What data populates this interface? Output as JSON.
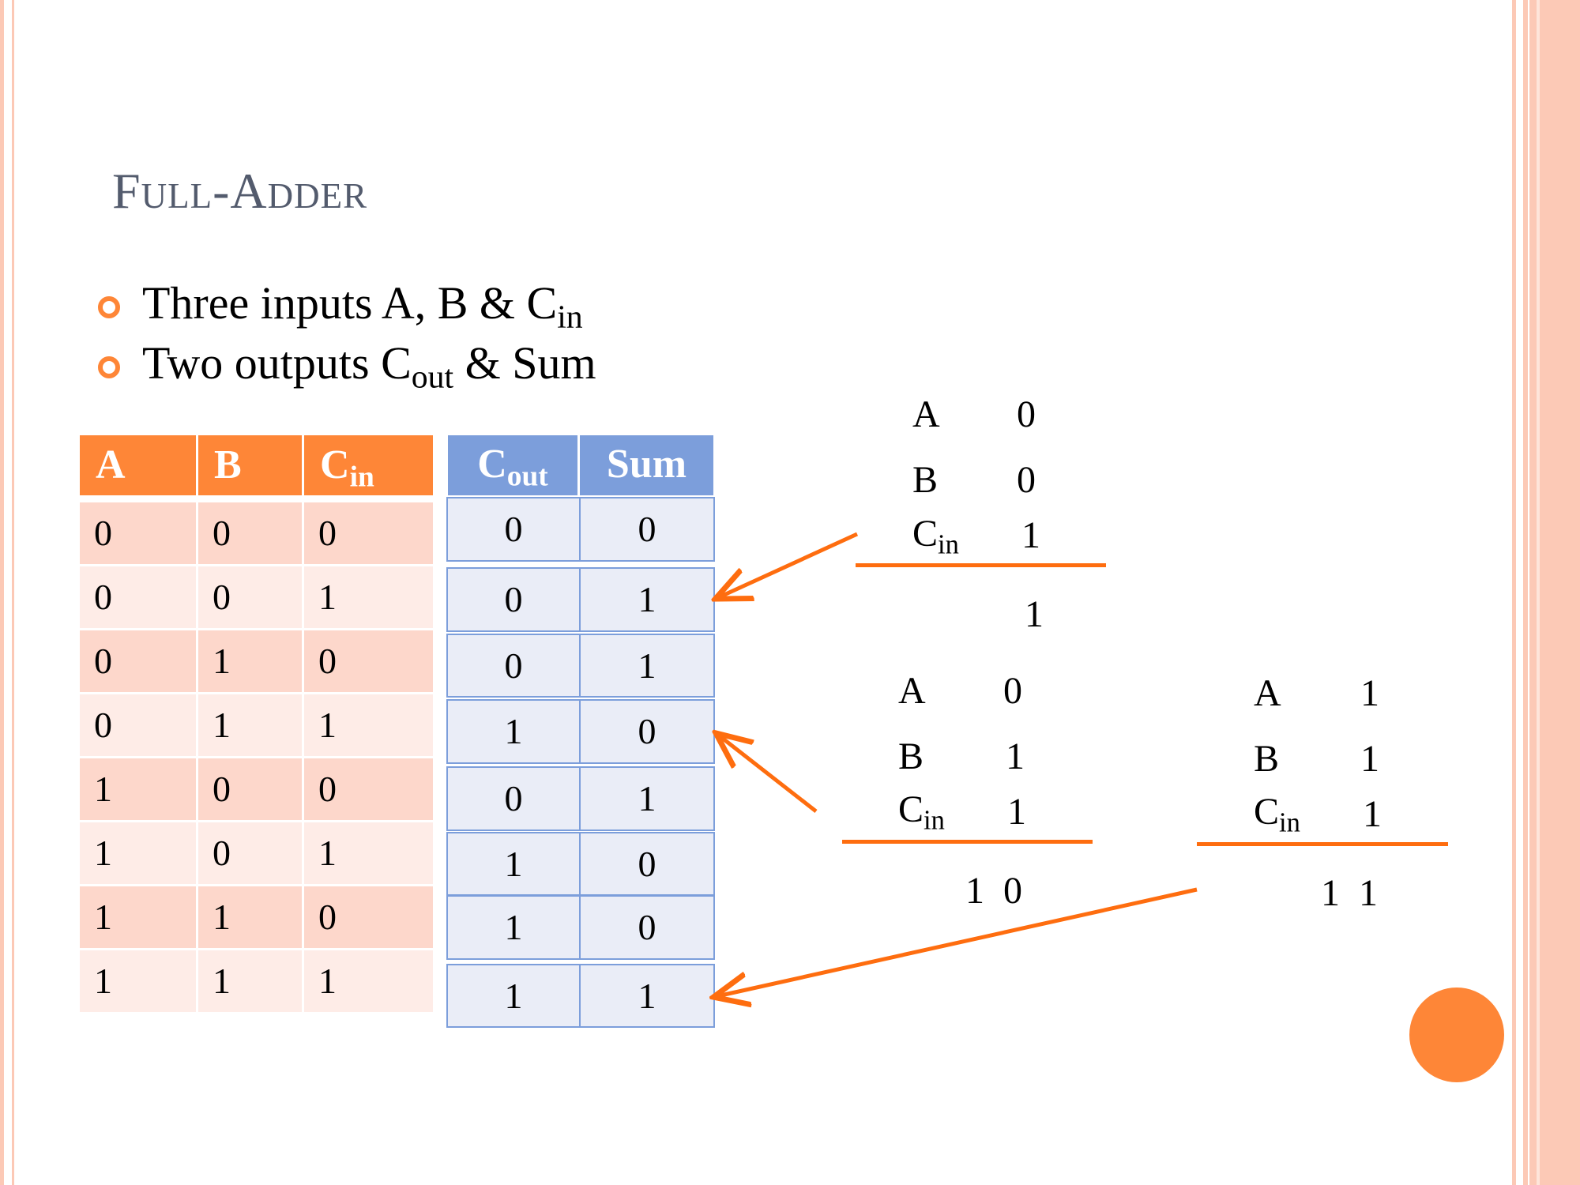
{
  "slide": {
    "title": "Full-Adder",
    "bullets": [
      {
        "main": "Three inputs A, B & C",
        "sub": "in",
        "after": ""
      },
      {
        "main": "Two outputs C",
        "sub": "out",
        "after": " & Sum"
      }
    ]
  },
  "truth_table": {
    "input_headers": [
      {
        "main": "A",
        "sub": ""
      },
      {
        "main": "B",
        "sub": ""
      },
      {
        "main": "C",
        "sub": "in"
      }
    ],
    "output_headers": [
      {
        "main": "C",
        "sub": "out"
      },
      {
        "main": "Sum",
        "sub": ""
      }
    ],
    "inputs": [
      [
        "0",
        "0",
        "0"
      ],
      [
        "0",
        "0",
        "1"
      ],
      [
        "0",
        "1",
        "0"
      ],
      [
        "0",
        "1",
        "1"
      ],
      [
        "1",
        "0",
        "0"
      ],
      [
        "1",
        "0",
        "1"
      ],
      [
        "1",
        "1",
        "0"
      ],
      [
        "1",
        "1",
        "1"
      ]
    ],
    "outputs": [
      [
        "0",
        "0"
      ],
      [
        "0",
        "1"
      ],
      [
        "0",
        "1"
      ],
      [
        "1",
        "0"
      ],
      [
        "0",
        "1"
      ],
      [
        "1",
        "0"
      ],
      [
        "1",
        "0"
      ],
      [
        "1",
        "1"
      ]
    ]
  },
  "sums": [
    {
      "a_label": "A",
      "a": "0",
      "b_label": "B",
      "b": "0",
      "c_label": "C",
      "c_sub": "in",
      "c": "1",
      "result": "1"
    },
    {
      "a_label": "A",
      "a": "0",
      "b_label": "B",
      "b": "1",
      "c_label": "C",
      "c_sub": "in",
      "c": "1",
      "result": "1  0"
    },
    {
      "a_label": "A",
      "a": "1",
      "b_label": "B",
      "b": "1",
      "c_label": "C",
      "c_sub": "in",
      "c": "1",
      "result": "1  1"
    }
  ],
  "colors": {
    "accent": "#fe8637",
    "blue": "#7c9edb",
    "arrow": "#fe6d0f",
    "title": "#535b6d"
  }
}
